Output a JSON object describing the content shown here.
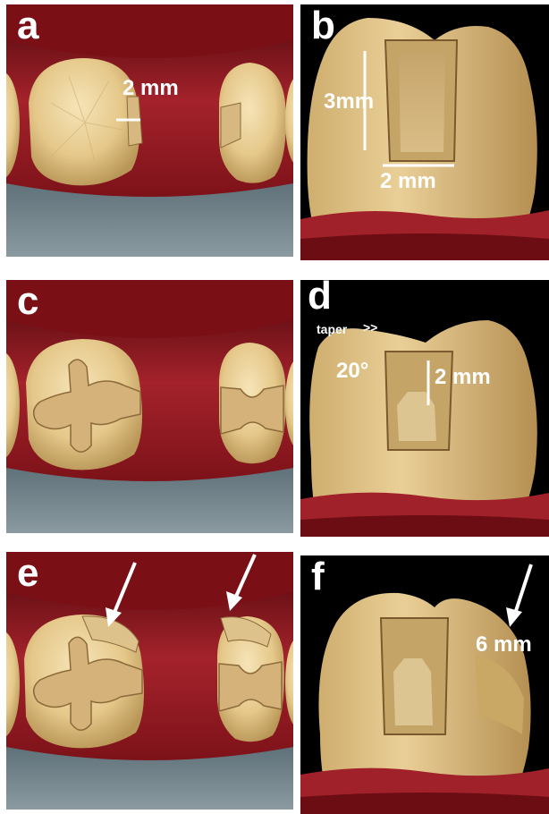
{
  "panels": {
    "a": {
      "letter": "a",
      "width_label": "2 mm"
    },
    "b": {
      "letter": "b",
      "depth_label": "3mm",
      "width_label": "2 mm"
    },
    "c": {
      "letter": "c"
    },
    "d": {
      "letter": "d",
      "taper_label": "taper",
      "taper_arrow": ">>",
      "angle_label": "20°",
      "depth_label": "2 mm"
    },
    "e": {
      "letter": "e"
    },
    "f": {
      "letter": "f",
      "depth_label": "6 mm"
    }
  },
  "colors": {
    "gum": "#9f1f27",
    "tooth": "#e9cd92",
    "background_dark": "#000000",
    "background_table": "#6e7f86",
    "label": "#ffffff"
  }
}
